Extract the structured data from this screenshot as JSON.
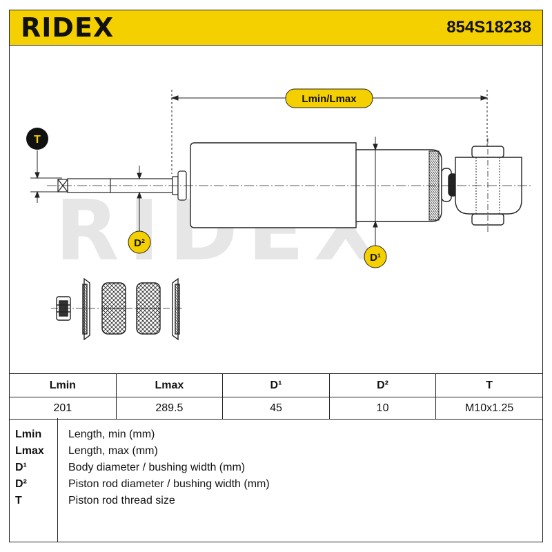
{
  "header": {
    "brand": "RIDEX",
    "part_number": "854S18238",
    "bg_color": "#f5d000"
  },
  "diagram": {
    "labels": {
      "lmin_lmax": "Lmin/Lmax",
      "t": "T",
      "d2": "D²",
      "d1": "D¹"
    },
    "watermark": "RIDEX",
    "label_color": "#f5d000"
  },
  "table": {
    "headers": [
      "Lmin",
      "Lmax",
      "D¹",
      "D²",
      "T"
    ],
    "values": [
      "201",
      "289.5",
      "45",
      "10",
      "M10x1.25"
    ]
  },
  "legend": [
    {
      "key": "Lmin",
      "desc": "Length, min (mm)"
    },
    {
      "key": "Lmax",
      "desc": "Length, max (mm)"
    },
    {
      "key": "D¹",
      "desc": "Body diameter / bushing width (mm)"
    },
    {
      "key": "D²",
      "desc": "Piston rod diameter / bushing width (mm)"
    },
    {
      "key": "T",
      "desc": "Piston rod thread size"
    }
  ]
}
